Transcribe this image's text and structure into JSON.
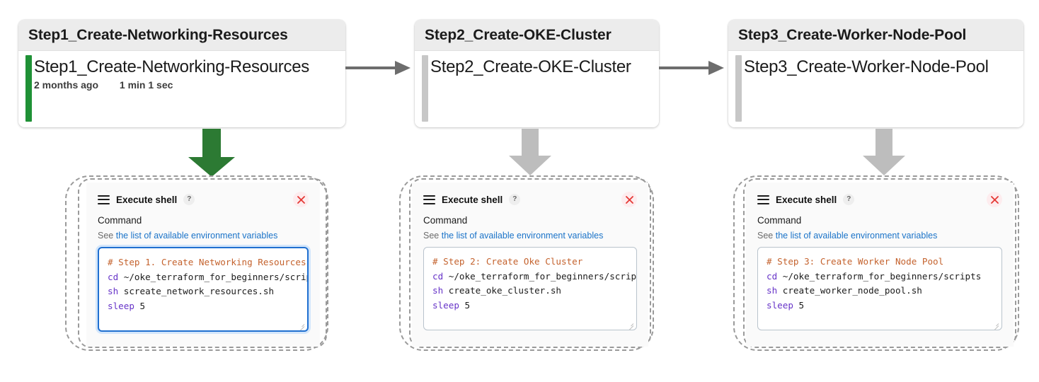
{
  "pipeline": {
    "stages": [
      {
        "header": "Step1_Create-Networking-Resources",
        "run_name": "Step1_Create-Networking-Resources",
        "time_ago": "2 months ago",
        "duration": "1 min 1 sec",
        "status_color": "#1f9136",
        "has_meta": true
      },
      {
        "header": "Step2_Create-OKE-Cluster",
        "run_name": "Step2_Create-OKE-Cluster",
        "time_ago": "",
        "duration": "",
        "status_color": "#c7c7c7",
        "has_meta": false
      },
      {
        "header": "Step3_Create-Worker-Node-Pool",
        "run_name": "Step3_Create-Worker-Node-Pool",
        "time_ago": "",
        "duration": "",
        "status_color": "#c7c7c7",
        "has_meta": false
      }
    ],
    "connectors": [
      {
        "name": "connector-stage1-to-stage2",
        "color": "#6d6d6d"
      },
      {
        "name": "connector-stage2-to-stage3",
        "color": "#6d6d6d"
      }
    ],
    "down_arrows": [
      {
        "name": "down-arrow-stage1",
        "color": "#2c7a33"
      },
      {
        "name": "down-arrow-stage2",
        "color": "#bdbdbd"
      },
      {
        "name": "down-arrow-stage3",
        "color": "#bdbdbd"
      }
    ]
  },
  "panels": [
    {
      "title": "Execute shell",
      "help_label": "?",
      "close_label": "Close",
      "command_label": "Command",
      "env_prefix": "See ",
      "env_link": "the list of available environment variables",
      "textarea_focused": true,
      "code_lines": [
        [
          {
            "t": "comment",
            "s": "# Step 1. Create Networking Resources"
          }
        ],
        [
          {
            "t": "kw",
            "s": "cd"
          },
          {
            "t": "plain",
            "s": " ~/oke_terraform_for_beginners/scripts"
          }
        ],
        [
          {
            "t": "kw",
            "s": "sh"
          },
          {
            "t": "plain",
            "s": " screate_network_resources.sh"
          }
        ],
        [
          {
            "t": "kw",
            "s": "sleep"
          },
          {
            "t": "plain",
            "s": " 5"
          }
        ]
      ]
    },
    {
      "title": "Execute shell",
      "help_label": "?",
      "close_label": "Close",
      "command_label": "Command",
      "env_prefix": "See ",
      "env_link": "the list of available environment variables",
      "textarea_focused": false,
      "code_lines": [
        [
          {
            "t": "comment",
            "s": "# Step 2: Create Oke Cluster"
          }
        ],
        [
          {
            "t": "kw",
            "s": "cd"
          },
          {
            "t": "plain",
            "s": " ~/oke_terraform_for_beginners/scripts"
          }
        ],
        [
          {
            "t": "kw",
            "s": "sh"
          },
          {
            "t": "plain",
            "s": " create_oke_cluster.sh"
          }
        ],
        [
          {
            "t": "kw",
            "s": "sleep"
          },
          {
            "t": "plain",
            "s": " 5"
          }
        ]
      ]
    },
    {
      "title": "Execute shell",
      "help_label": "?",
      "close_label": "Close",
      "command_label": "Command",
      "env_prefix": "See ",
      "env_link": "the list of available environment variables",
      "textarea_focused": false,
      "code_lines": [
        [
          {
            "t": "comment",
            "s": "# Step 3: Create Worker Node Pool"
          }
        ],
        [
          {
            "t": "kw",
            "s": "cd"
          },
          {
            "t": "plain",
            "s": " ~/oke_terraform_for_beginners/scripts"
          }
        ],
        [
          {
            "t": "kw",
            "s": "sh"
          },
          {
            "t": "plain",
            "s": " create_worker_node_pool.sh"
          }
        ],
        [
          {
            "t": "kw",
            "s": "sleep"
          },
          {
            "t": "plain",
            "s": " 5"
          }
        ]
      ]
    }
  ],
  "colors": {
    "success_green": "#1f9136",
    "arrow_green": "#2c7a33",
    "arrow_gray": "#bdbdbd",
    "connector_gray": "#6d6d6d",
    "link_blue": "#1a73c8",
    "focus_blue": "#1f6fd0",
    "comment_orange": "#c4622d",
    "keyword_purple": "#6734c8",
    "close_red": "#e53935"
  }
}
